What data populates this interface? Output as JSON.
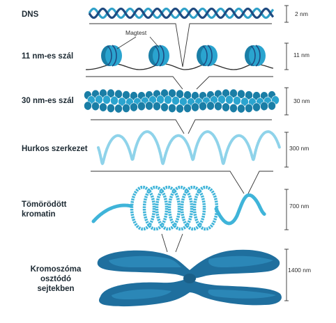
{
  "levels": [
    {
      "label": "DNS",
      "scale": "2 nm"
    },
    {
      "label": "11 nm-es szál",
      "scale": "11 nm"
    },
    {
      "label": "30 nm-es szál",
      "scale": "30 nm"
    },
    {
      "label": "Hurkos szerkezet",
      "scale": "300 nm"
    },
    {
      "label": "Tömörödött\nkromatin",
      "scale": "700 nm"
    },
    {
      "label": "Kromoszóma\nosztódó\nsejtekben",
      "scale": "1400 nm"
    }
  ],
  "callout": "Magtest",
  "colors": {
    "dna_dark": "#1f4a80",
    "dna_light": "#2fa0c8",
    "nucleosome": "#2aa4cf",
    "nucleosome_dark": "#1a7ea6",
    "loop": "#8fd3ea",
    "chromatin": "#3fb4d9",
    "chromosome": "#1f6f9e",
    "chromosome_light": "#2e8dbd",
    "line": "#333333",
    "text": "#1d2a33"
  }
}
